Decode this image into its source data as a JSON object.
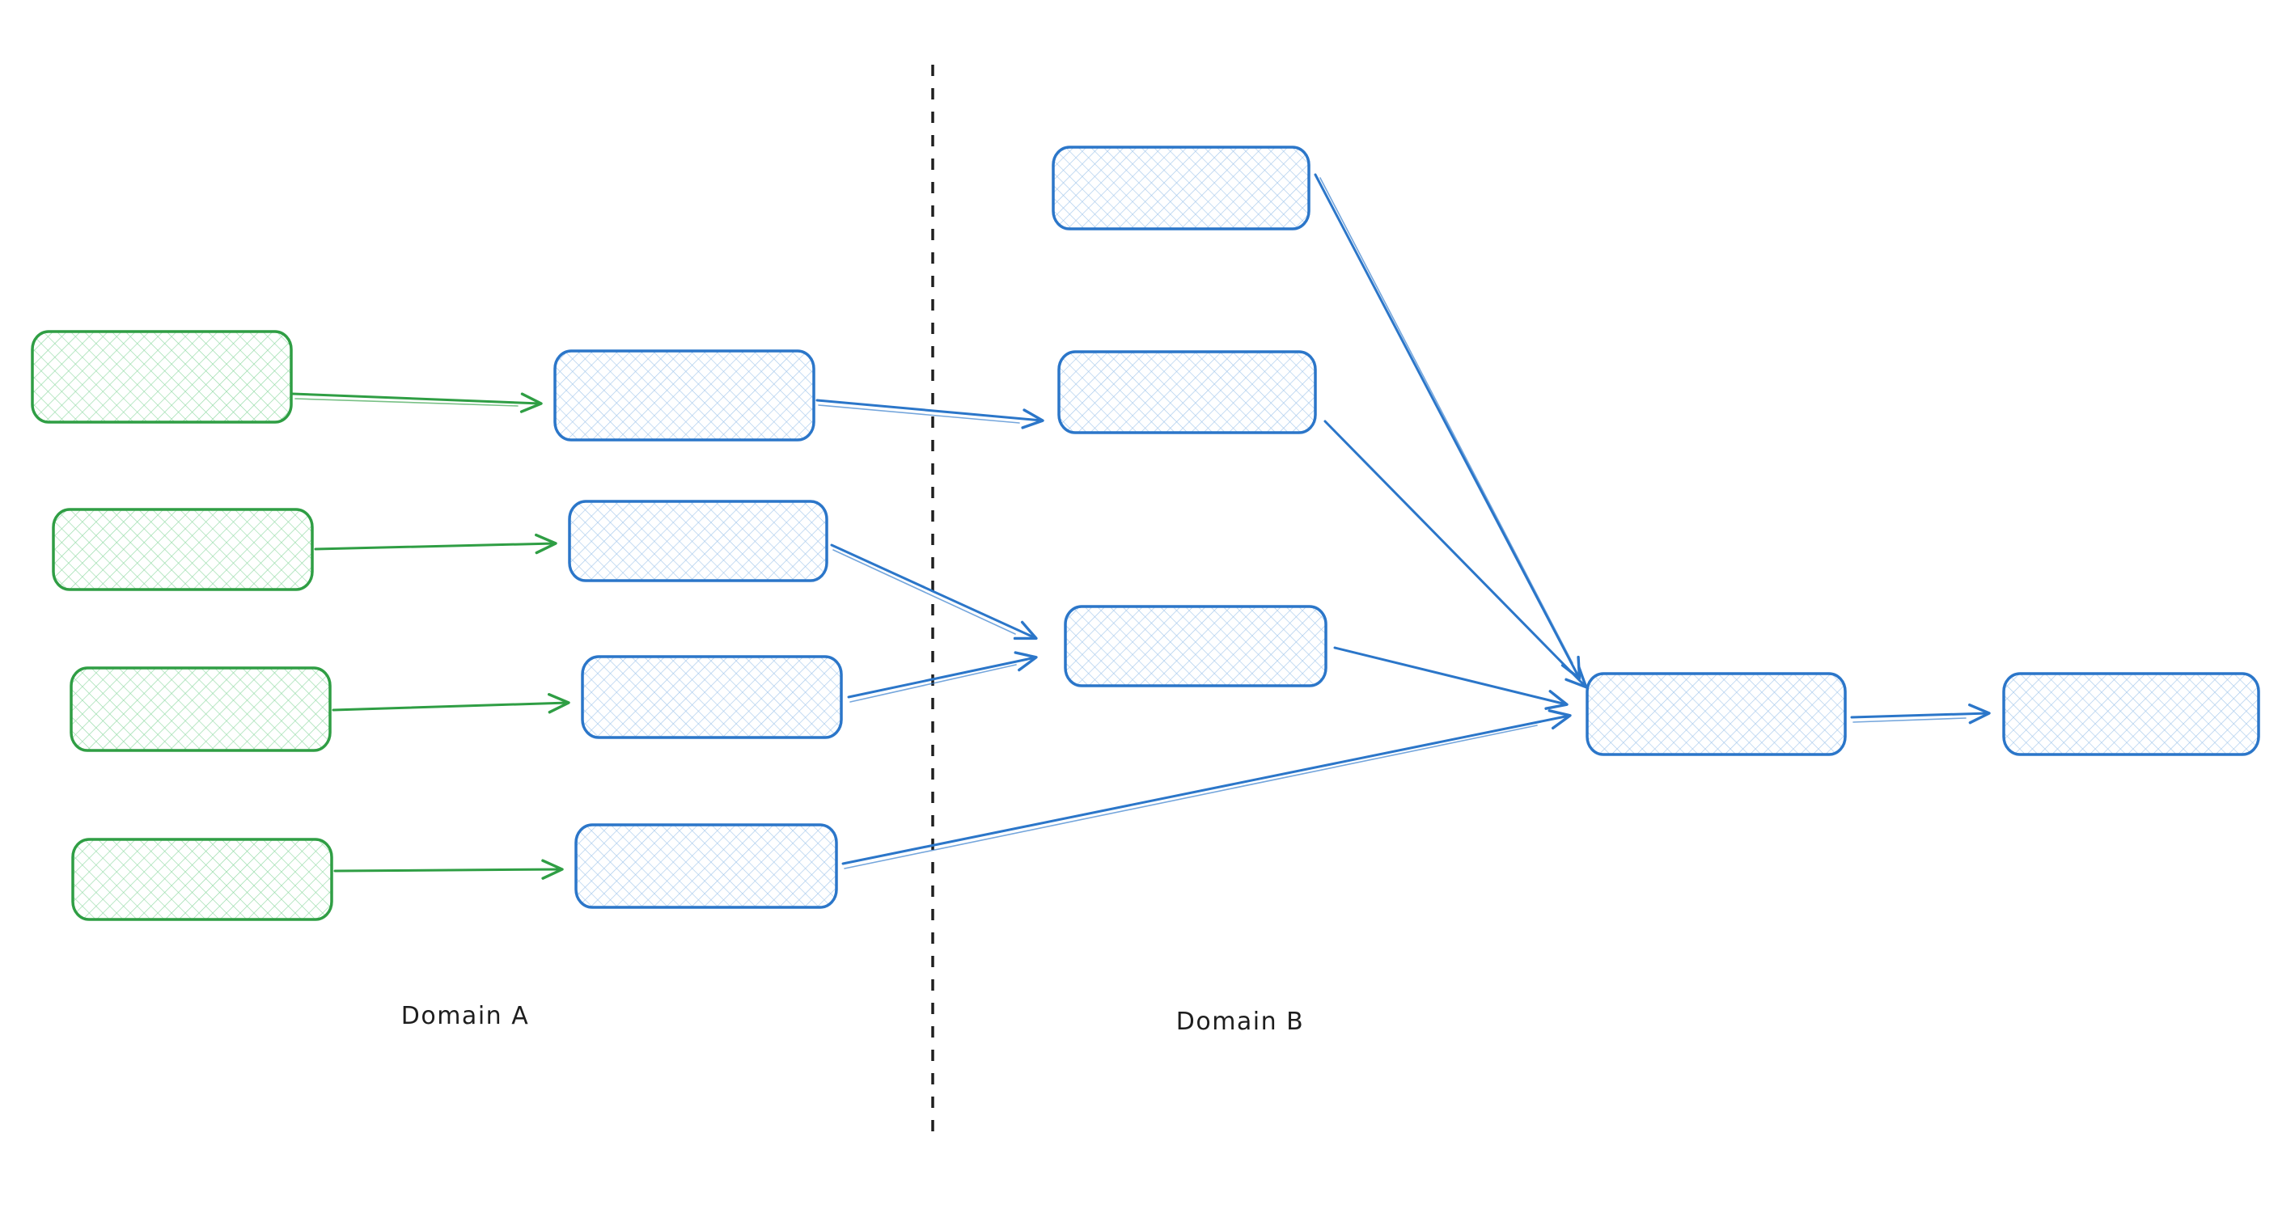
{
  "diagram": {
    "type": "flow-diagram",
    "style": "hand-drawn-sketch",
    "regions": [
      {
        "id": "domain-a",
        "label": "Domain A"
      },
      {
        "id": "domain-b",
        "label": "Domain B"
      }
    ],
    "divider": {
      "orientation": "vertical",
      "line_style": "dashed"
    },
    "colors": {
      "background": "#ffffff",
      "divider": "#1e1e1e",
      "label_text": "#1e1e1e",
      "green_node_stroke": "#2f9e44",
      "green_node_hatch": "#94dba6",
      "green_edge": "#2f9e44",
      "blue_node_stroke": "#2b76c9",
      "blue_node_hatch": "#a6c9ec",
      "blue_edge": "#2b76c9"
    },
    "nodes": [
      {
        "id": "a-source-1",
        "region": "domain-a",
        "color": "green",
        "text": ""
      },
      {
        "id": "a-source-2",
        "region": "domain-a",
        "color": "green",
        "text": ""
      },
      {
        "id": "a-source-3",
        "region": "domain-a",
        "color": "green",
        "text": ""
      },
      {
        "id": "a-source-4",
        "region": "domain-a",
        "color": "green",
        "text": ""
      },
      {
        "id": "a-process-1",
        "region": "domain-a",
        "color": "blue",
        "text": ""
      },
      {
        "id": "a-process-2",
        "region": "domain-a",
        "color": "blue",
        "text": ""
      },
      {
        "id": "a-process-3",
        "region": "domain-a",
        "color": "blue",
        "text": ""
      },
      {
        "id": "a-process-4",
        "region": "domain-a",
        "color": "blue",
        "text": ""
      },
      {
        "id": "b-node-1",
        "region": "domain-b",
        "color": "blue",
        "text": ""
      },
      {
        "id": "b-node-2",
        "region": "domain-b",
        "color": "blue",
        "text": ""
      },
      {
        "id": "b-node-3",
        "region": "domain-b",
        "color": "blue",
        "text": ""
      },
      {
        "id": "b-aggregator",
        "region": "domain-b",
        "color": "blue",
        "text": ""
      },
      {
        "id": "b-output",
        "region": "domain-b",
        "color": "blue",
        "text": ""
      }
    ],
    "edges": [
      {
        "from": "a-source-1",
        "to": "a-process-1",
        "color": "green"
      },
      {
        "from": "a-source-2",
        "to": "a-process-2",
        "color": "green"
      },
      {
        "from": "a-source-3",
        "to": "a-process-3",
        "color": "green"
      },
      {
        "from": "a-source-4",
        "to": "a-process-4",
        "color": "green"
      },
      {
        "from": "a-process-1",
        "to": "b-node-2",
        "color": "blue"
      },
      {
        "from": "a-process-2",
        "to": "b-node-3",
        "color": "blue"
      },
      {
        "from": "a-process-3",
        "to": "b-node-3",
        "color": "blue"
      },
      {
        "from": "a-process-4",
        "to": "b-aggregator",
        "color": "blue"
      },
      {
        "from": "b-node-1",
        "to": "b-aggregator",
        "color": "blue"
      },
      {
        "from": "b-node-2",
        "to": "b-aggregator",
        "color": "blue"
      },
      {
        "from": "b-node-3",
        "to": "b-aggregator",
        "color": "blue"
      },
      {
        "from": "b-aggregator",
        "to": "b-output",
        "color": "blue"
      }
    ]
  }
}
